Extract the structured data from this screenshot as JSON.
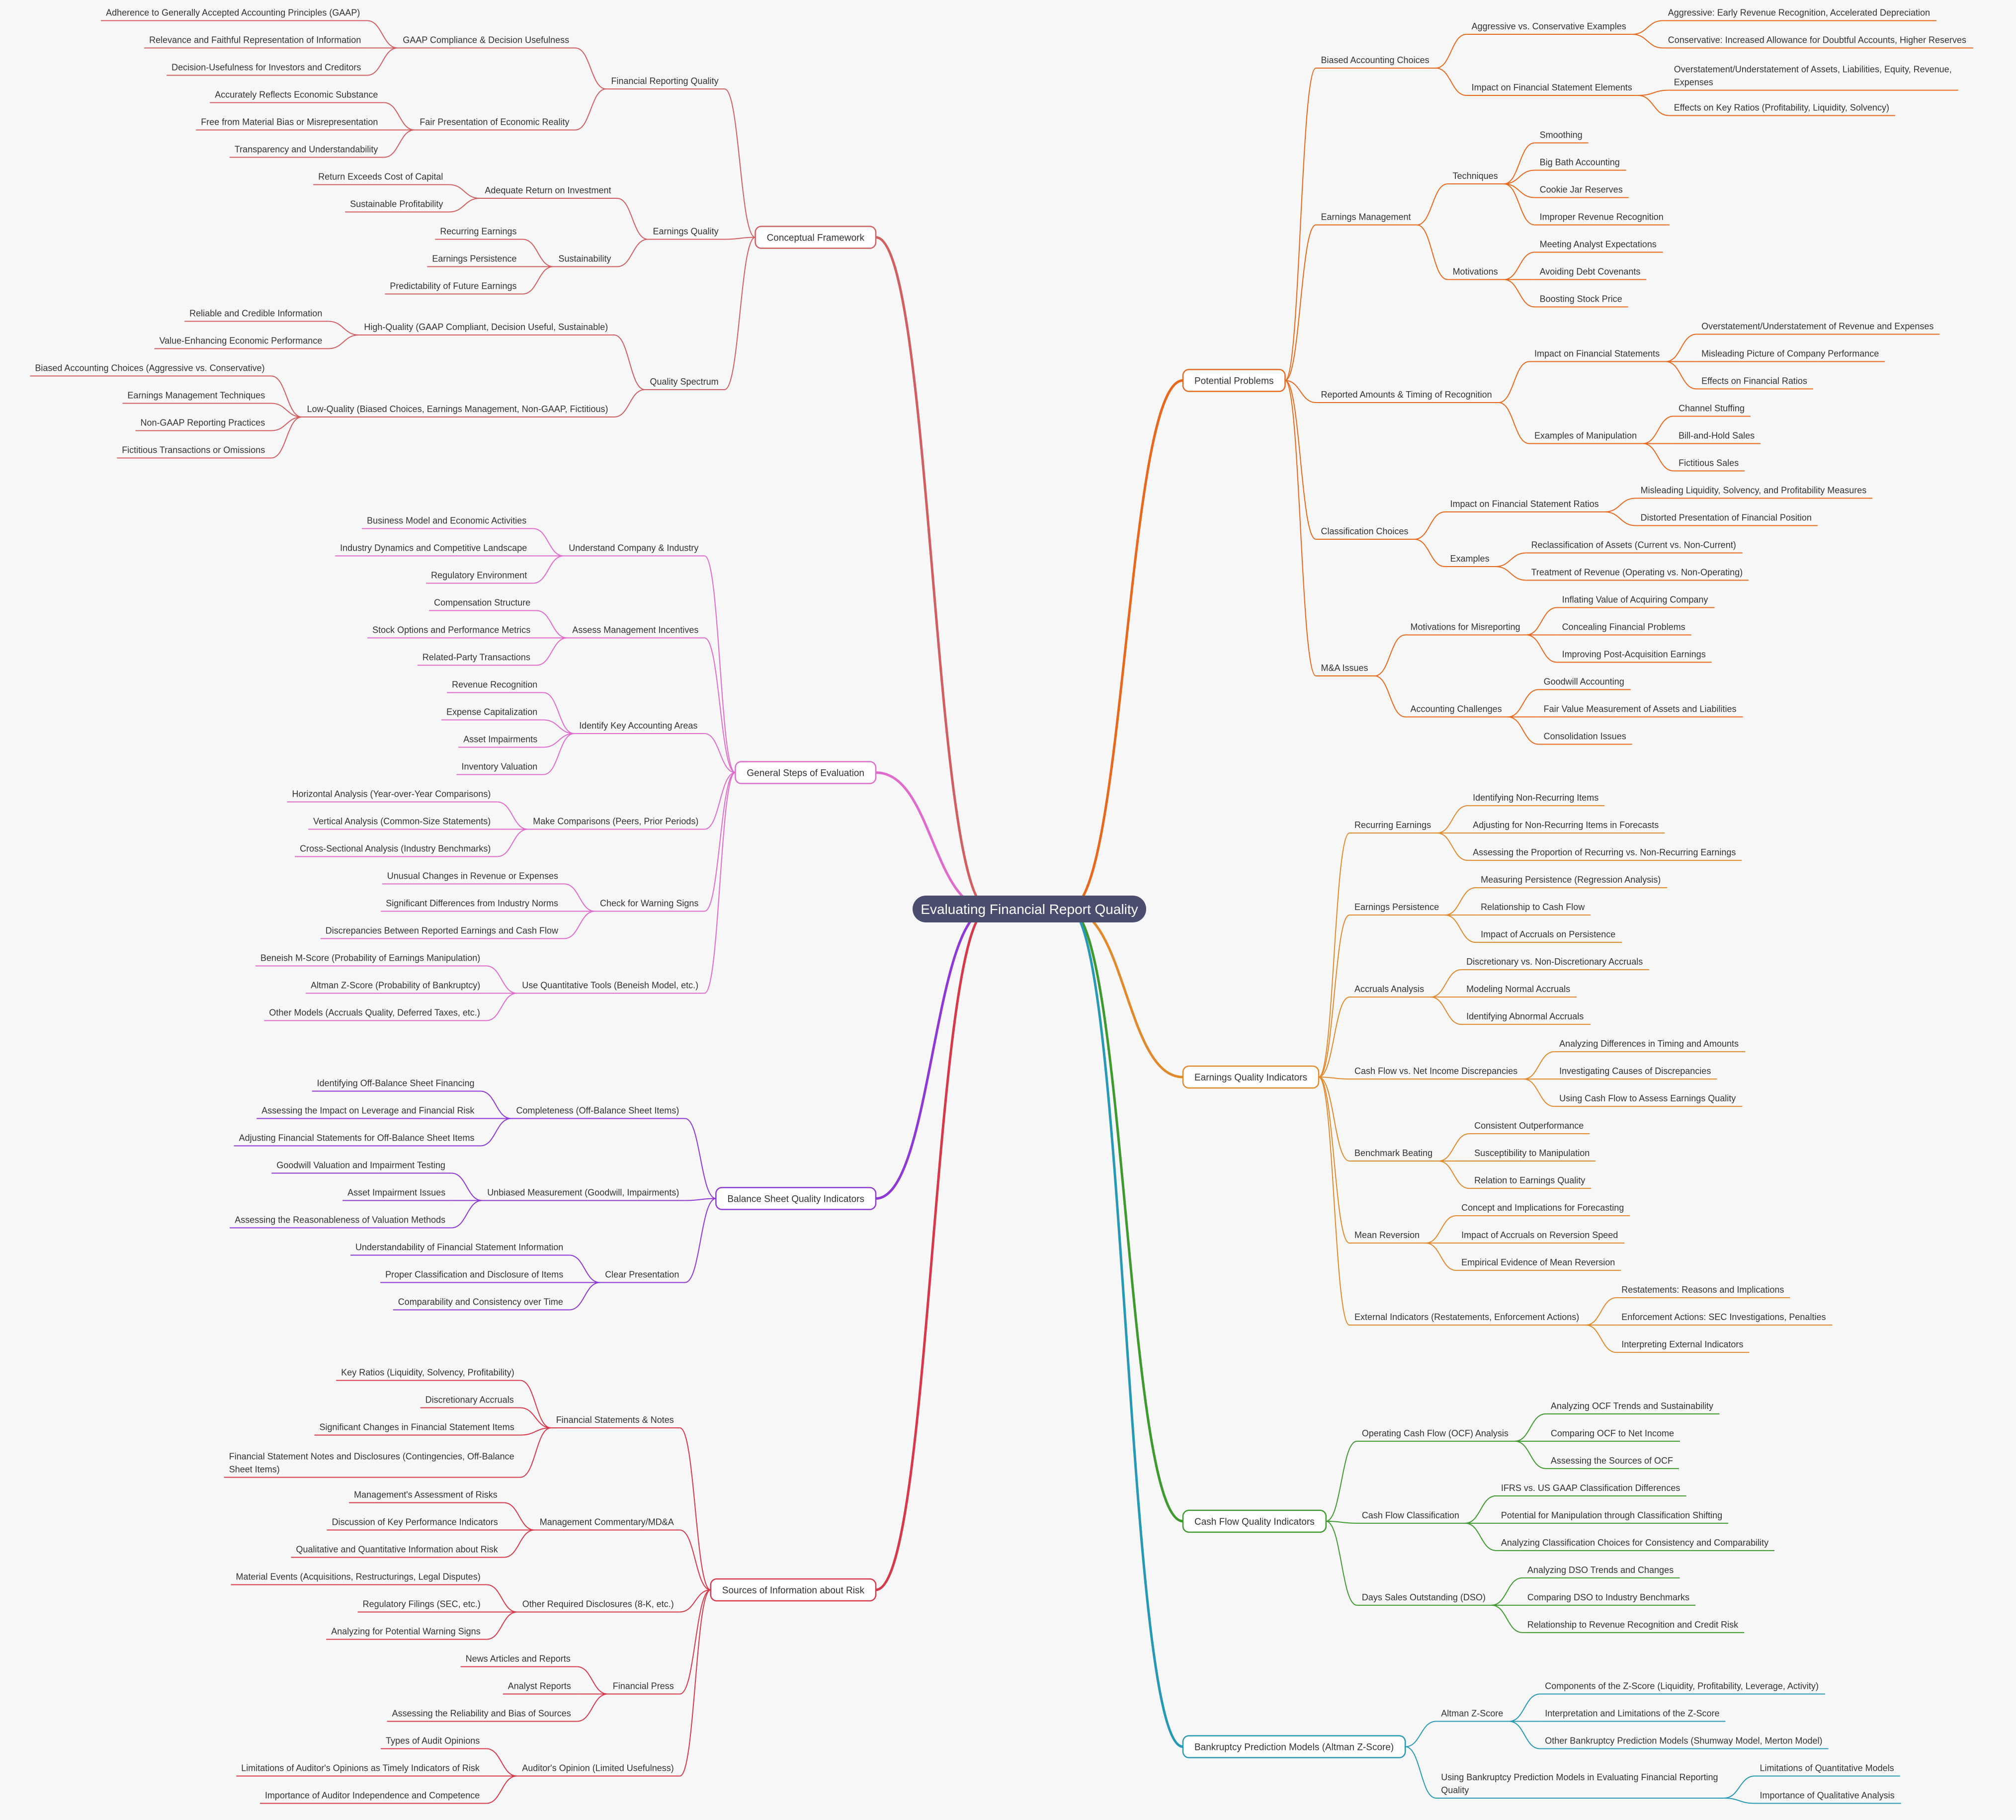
{
  "root": "Evaluating Financial Report Quality",
  "colors": {
    "background": "#f7f7f7",
    "root_fill": "#4a4d6e",
    "conceptual": "#d15f62",
    "problems": "#e8691d",
    "earnings": "#e2892c",
    "cashflow": "#3e9a2e",
    "bankruptcy": "#2899b4",
    "steps": "#e06bcc",
    "balance": "#8e38d6",
    "sources": "#d7394a",
    "text": "#333333"
  },
  "left": [
    {
      "label": "Conceptual Framework",
      "color": "conceptual",
      "children": [
        {
          "label": "Financial Reporting Quality",
          "children": [
            {
              "label": "GAAP Compliance & Decision Usefulness",
              "children": [
                {
                  "label": "Adherence to Generally Accepted Accounting Principles (GAAP)"
                },
                {
                  "label": "Relevance and Faithful Representation of Information"
                },
                {
                  "label": "Decision-Usefulness for Investors and Creditors"
                }
              ]
            },
            {
              "label": "Fair Presentation of Economic Reality",
              "children": [
                {
                  "label": "Accurately Reflects Economic Substance"
                },
                {
                  "label": "Free from Material Bias or Misrepresentation"
                },
                {
                  "label": "Transparency and Understandability"
                }
              ]
            }
          ]
        },
        {
          "label": "Earnings Quality",
          "children": [
            {
              "label": "Adequate Return on Investment",
              "children": [
                {
                  "label": "Return Exceeds Cost of Capital"
                },
                {
                  "label": "Sustainable Profitability"
                }
              ]
            },
            {
              "label": "Sustainability",
              "children": [
                {
                  "label": "Recurring Earnings"
                },
                {
                  "label": "Earnings Persistence"
                },
                {
                  "label": "Predictability of Future Earnings"
                }
              ]
            }
          ]
        },
        {
          "label": "Quality Spectrum",
          "children": [
            {
              "label": "High-Quality (GAAP Compliant, Decision Useful, Sustainable)",
              "children": [
                {
                  "label": "Reliable and Credible Information"
                },
                {
                  "label": "Value-Enhancing Economic Performance"
                }
              ]
            },
            {
              "label": "Low-Quality (Biased Choices, Earnings Management, Non-GAAP, Fictitious)",
              "children": [
                {
                  "label": "Biased Accounting Choices (Aggressive vs. Conservative)"
                },
                {
                  "label": "Earnings Management Techniques"
                },
                {
                  "label": "Non-GAAP Reporting Practices"
                },
                {
                  "label": "Fictitious Transactions or Omissions"
                }
              ]
            }
          ]
        }
      ]
    },
    {
      "label": "General Steps of Evaluation",
      "color": "steps",
      "children": [
        {
          "label": "Understand Company & Industry",
          "children": [
            {
              "label": "Business Model and Economic Activities"
            },
            {
              "label": "Industry Dynamics and Competitive Landscape"
            },
            {
              "label": "Regulatory Environment"
            }
          ]
        },
        {
          "label": "Assess Management Incentives",
          "children": [
            {
              "label": "Compensation Structure"
            },
            {
              "label": "Stock Options and Performance Metrics"
            },
            {
              "label": "Related-Party Transactions"
            }
          ]
        },
        {
          "label": "Identify Key Accounting Areas",
          "children": [
            {
              "label": "Revenue Recognition"
            },
            {
              "label": "Expense Capitalization"
            },
            {
              "label": "Asset Impairments"
            },
            {
              "label": "Inventory Valuation"
            }
          ]
        },
        {
          "label": "Make Comparisons (Peers, Prior Periods)",
          "children": [
            {
              "label": "Horizontal Analysis (Year-over-Year Comparisons)"
            },
            {
              "label": "Vertical Analysis (Common-Size Statements)"
            },
            {
              "label": "Cross-Sectional Analysis (Industry Benchmarks)"
            }
          ]
        },
        {
          "label": "Check for Warning Signs",
          "children": [
            {
              "label": "Unusual Changes in Revenue or Expenses"
            },
            {
              "label": "Significant Differences from Industry Norms"
            },
            {
              "label": "Discrepancies Between Reported Earnings and Cash Flow"
            }
          ]
        },
        {
          "label": "Use Quantitative Tools (Beneish Model, etc.)",
          "children": [
            {
              "label": "Beneish M-Score (Probability of Earnings Manipulation)"
            },
            {
              "label": "Altman Z-Score (Probability of Bankruptcy)"
            },
            {
              "label": "Other Models (Accruals Quality, Deferred Taxes, etc.)"
            }
          ]
        }
      ]
    },
    {
      "label": "Balance Sheet Quality Indicators",
      "color": "balance",
      "children": [
        {
          "label": "Completeness (Off-Balance Sheet Items)",
          "children": [
            {
              "label": "Identifying Off-Balance Sheet Financing"
            },
            {
              "label": "Assessing the Impact on Leverage and Financial Risk"
            },
            {
              "label": "Adjusting Financial Statements for Off-Balance Sheet Items"
            }
          ]
        },
        {
          "label": "Unbiased Measurement (Goodwill, Impairments)",
          "children": [
            {
              "label": "Goodwill Valuation and Impairment Testing"
            },
            {
              "label": "Asset Impairment Issues"
            },
            {
              "label": "Assessing the Reasonableness of Valuation Methods"
            }
          ]
        },
        {
          "label": "Clear Presentation",
          "children": [
            {
              "label": "Understandability of Financial Statement Information"
            },
            {
              "label": "Proper Classification and Disclosure of Items"
            },
            {
              "label": "Comparability and Consistency over Time"
            }
          ]
        }
      ]
    },
    {
      "label": "Sources of Information about Risk",
      "color": "sources",
      "children": [
        {
          "label": "Financial Statements & Notes",
          "children": [
            {
              "label": "Key Ratios (Liquidity, Solvency, Profitability)"
            },
            {
              "label": "Discretionary Accruals"
            },
            {
              "label": "Significant Changes in Financial Statement Items"
            },
            {
              "label": [
                "Financial Statement Notes and Disclosures (Contingencies, Off-Balance",
                "Sheet Items)"
              ]
            }
          ]
        },
        {
          "label": "Management Commentary/MD&A",
          "children": [
            {
              "label": "Management's Assessment of Risks"
            },
            {
              "label": "Discussion of Key Performance Indicators"
            },
            {
              "label": "Qualitative and Quantitative Information about Risk"
            }
          ]
        },
        {
          "label": "Other Required Disclosures (8-K, etc.)",
          "children": [
            {
              "label": "Material Events (Acquisitions, Restructurings, Legal Disputes)"
            },
            {
              "label": "Regulatory Filings (SEC, etc.)"
            },
            {
              "label": "Analyzing for Potential Warning Signs"
            }
          ]
        },
        {
          "label": "Financial Press",
          "children": [
            {
              "label": "News Articles and Reports"
            },
            {
              "label": "Analyst Reports"
            },
            {
              "label": "Assessing the Reliability and Bias of Sources"
            }
          ]
        },
        {
          "label": "Auditor's Opinion (Limited Usefulness)",
          "children": [
            {
              "label": "Types of Audit Opinions"
            },
            {
              "label": "Limitations of Auditor's Opinions as Timely Indicators of Risk"
            },
            {
              "label": "Importance of Auditor Independence and Competence"
            }
          ]
        }
      ]
    }
  ],
  "right": [
    {
      "label": "Potential Problems",
      "color": "problems",
      "children": [
        {
          "label": "Biased Accounting Choices",
          "children": [
            {
              "label": "Aggressive vs. Conservative Examples",
              "children": [
                {
                  "label": "Aggressive: Early Revenue Recognition, Accelerated Depreciation"
                },
                {
                  "label": "Conservative: Increased Allowance for Doubtful Accounts, Higher Reserves"
                }
              ]
            },
            {
              "label": "Impact on Financial Statement Elements",
              "children": [
                {
                  "label": [
                    "Overstatement/Understatement of Assets, Liabilities, Equity, Revenue,",
                    "Expenses"
                  ]
                },
                {
                  "label": "Effects on Key Ratios (Profitability, Liquidity, Solvency)"
                }
              ]
            }
          ]
        },
        {
          "label": "Earnings Management",
          "children": [
            {
              "label": "Techniques",
              "children": [
                {
                  "label": "Smoothing"
                },
                {
                  "label": "Big Bath Accounting"
                },
                {
                  "label": "Cookie Jar Reserves"
                },
                {
                  "label": "Improper Revenue Recognition"
                }
              ]
            },
            {
              "label": "Motivations",
              "children": [
                {
                  "label": "Meeting Analyst Expectations"
                },
                {
                  "label": "Avoiding Debt Covenants"
                },
                {
                  "label": "Boosting Stock Price"
                }
              ]
            }
          ]
        },
        {
          "label": "Reported Amounts & Timing of Recognition",
          "children": [
            {
              "label": "Impact on Financial Statements",
              "children": [
                {
                  "label": "Overstatement/Understatement of Revenue and Expenses"
                },
                {
                  "label": "Misleading Picture of Company Performance"
                },
                {
                  "label": "Effects on Financial Ratios"
                }
              ]
            },
            {
              "label": "Examples of Manipulation",
              "children": [
                {
                  "label": "Channel Stuffing"
                },
                {
                  "label": "Bill-and-Hold Sales"
                },
                {
                  "label": "Fictitious Sales"
                }
              ]
            }
          ]
        },
        {
          "label": "Classification Choices",
          "children": [
            {
              "label": "Impact on Financial Statement Ratios",
              "children": [
                {
                  "label": "Misleading Liquidity, Solvency, and Profitability Measures"
                },
                {
                  "label": "Distorted Presentation of Financial Position"
                }
              ]
            },
            {
              "label": "Examples",
              "children": [
                {
                  "label": "Reclassification of Assets (Current vs. Non-Current)"
                },
                {
                  "label": "Treatment of Revenue (Operating vs. Non-Operating)"
                }
              ]
            }
          ]
        },
        {
          "label": "M&A Issues",
          "children": [
            {
              "label": "Motivations for Misreporting",
              "children": [
                {
                  "label": "Inflating Value of Acquiring Company"
                },
                {
                  "label": "Concealing Financial Problems"
                },
                {
                  "label": "Improving Post-Acquisition Earnings"
                }
              ]
            },
            {
              "label": "Accounting Challenges",
              "children": [
                {
                  "label": "Goodwill Accounting"
                },
                {
                  "label": "Fair Value Measurement of Assets and Liabilities"
                },
                {
                  "label": "Consolidation Issues"
                }
              ]
            }
          ]
        }
      ]
    },
    {
      "label": "Earnings Quality Indicators",
      "color": "earnings",
      "children": [
        {
          "label": "Recurring Earnings",
          "children": [
            {
              "label": "Identifying Non-Recurring Items"
            },
            {
              "label": "Adjusting for Non-Recurring Items in Forecasts"
            },
            {
              "label": "Assessing the Proportion of Recurring vs. Non-Recurring Earnings"
            }
          ]
        },
        {
          "label": "Earnings Persistence",
          "children": [
            {
              "label": "Measuring Persistence (Regression Analysis)"
            },
            {
              "label": "Relationship to Cash Flow"
            },
            {
              "label": "Impact of Accruals on Persistence"
            }
          ]
        },
        {
          "label": "Accruals Analysis",
          "children": [
            {
              "label": "Discretionary vs. Non-Discretionary Accruals"
            },
            {
              "label": "Modeling Normal Accruals"
            },
            {
              "label": "Identifying Abnormal Accruals"
            }
          ]
        },
        {
          "label": "Cash Flow vs. Net Income Discrepancies",
          "children": [
            {
              "label": "Analyzing Differences in Timing and Amounts"
            },
            {
              "label": "Investigating Causes of Discrepancies"
            },
            {
              "label": "Using Cash Flow to Assess Earnings Quality"
            }
          ]
        },
        {
          "label": "Benchmark Beating",
          "children": [
            {
              "label": "Consistent Outperformance"
            },
            {
              "label": "Susceptibility to Manipulation"
            },
            {
              "label": "Relation to Earnings Quality"
            }
          ]
        },
        {
          "label": "Mean Reversion",
          "children": [
            {
              "label": "Concept and Implications for Forecasting"
            },
            {
              "label": "Impact of Accruals on Reversion Speed"
            },
            {
              "label": "Empirical Evidence of Mean Reversion"
            }
          ]
        },
        {
          "label": "External Indicators (Restatements, Enforcement Actions)",
          "children": [
            {
              "label": "Restatements: Reasons and Implications"
            },
            {
              "label": "Enforcement Actions: SEC Investigations, Penalties"
            },
            {
              "label": "Interpreting External Indicators"
            }
          ]
        }
      ]
    },
    {
      "label": "Cash Flow Quality Indicators",
      "color": "cashflow",
      "children": [
        {
          "label": "Operating Cash Flow (OCF) Analysis",
          "children": [
            {
              "label": "Analyzing OCF Trends and Sustainability"
            },
            {
              "label": "Comparing OCF to Net Income"
            },
            {
              "label": "Assessing the Sources of OCF"
            }
          ]
        },
        {
          "label": "Cash Flow Classification",
          "children": [
            {
              "label": "IFRS vs. US GAAP Classification Differences"
            },
            {
              "label": "Potential for Manipulation through Classification Shifting"
            },
            {
              "label": "Analyzing Classification Choices for Consistency and Comparability"
            }
          ]
        },
        {
          "label": "Days Sales Outstanding (DSO)",
          "children": [
            {
              "label": "Analyzing DSO Trends and Changes"
            },
            {
              "label": "Comparing DSO to Industry Benchmarks"
            },
            {
              "label": "Relationship to Revenue Recognition and Credit Risk"
            }
          ]
        }
      ]
    },
    {
      "label": "Bankruptcy Prediction Models (Altman Z-Score)",
      "color": "bankruptcy",
      "children": [
        {
          "label": "Altman Z-Score",
          "children": [
            {
              "label": "Components of the Z-Score (Liquidity, Profitability, Leverage, Activity)"
            },
            {
              "label": "Interpretation and Limitations of the Z-Score"
            },
            {
              "label": "Other Bankruptcy Prediction Models (Shumway Model, Merton Model)"
            }
          ]
        },
        {
          "label": [
            "Using Bankruptcy Prediction Models in Evaluating Financial Reporting",
            "Quality"
          ],
          "children": [
            {
              "label": "Limitations of Quantitative Models"
            },
            {
              "label": "Importance of Qualitative Analysis"
            }
          ]
        }
      ]
    }
  ]
}
